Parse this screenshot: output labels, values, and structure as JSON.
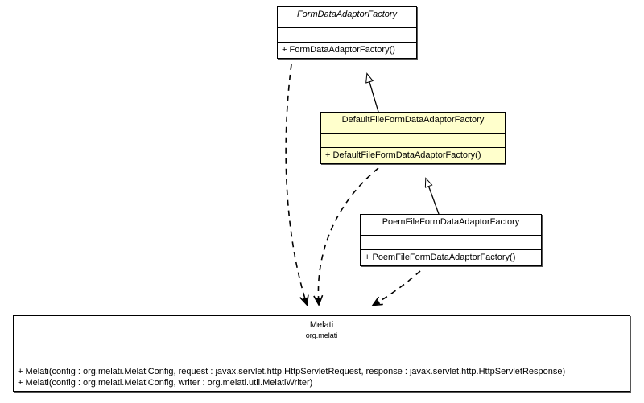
{
  "diagram": {
    "type": "uml-class-diagram",
    "colors": {
      "highlight_fill": "#ffffcc",
      "plain_fill": "#ffffff",
      "stroke": "#000000",
      "shadow": "#555555"
    },
    "classes": [
      {
        "id": "form-data-adaptor-factory",
        "name": "FormDataAdaptorFactory",
        "abstract": true,
        "highlighted": false,
        "package": "",
        "attributes": [],
        "operations": [
          "+ FormDataAdaptorFactory()"
        ]
      },
      {
        "id": "default-file-form-data-adaptor-factory",
        "name": "DefaultFileFormDataAdaptorFactory",
        "abstract": false,
        "highlighted": true,
        "package": "",
        "attributes": [],
        "operations": [
          "+ DefaultFileFormDataAdaptorFactory()"
        ]
      },
      {
        "id": "poem-file-form-data-adaptor-factory",
        "name": "PoemFileFormDataAdaptorFactory",
        "abstract": false,
        "highlighted": false,
        "package": "",
        "attributes": [],
        "operations": [
          "+ PoemFileFormDataAdaptorFactory()"
        ]
      },
      {
        "id": "melati",
        "name": "Melati",
        "abstract": false,
        "highlighted": false,
        "package": "org.melati",
        "attributes": [],
        "operations": [
          "+ Melati(config : org.melati.MelatiConfig, request : javax.servlet.http.HttpServletRequest, response : javax.servlet.http.HttpServletResponse)",
          "+ Melati(config : org.melati.MelatiConfig, writer : org.melati.util.MelatiWriter)"
        ]
      }
    ],
    "relationships": [
      {
        "id": "generalization-default-to-form",
        "kind": "generalization",
        "style": "solid-hollow-triangle",
        "from": "default-file-form-data-adaptor-factory",
        "to": "form-data-adaptor-factory"
      },
      {
        "id": "generalization-poem-to-default",
        "kind": "generalization",
        "style": "solid-hollow-triangle",
        "from": "poem-file-form-data-adaptor-factory",
        "to": "default-file-form-data-adaptor-factory"
      },
      {
        "id": "dependency-form-to-melati",
        "kind": "dependency",
        "style": "dashed-open-arrow",
        "from": "form-data-adaptor-factory",
        "to": "melati"
      },
      {
        "id": "dependency-default-to-melati",
        "kind": "dependency",
        "style": "dashed-open-arrow",
        "from": "default-file-form-data-adaptor-factory",
        "to": "melati"
      },
      {
        "id": "dependency-poem-to-melati",
        "kind": "dependency",
        "style": "dashed-open-arrow",
        "from": "poem-file-form-data-adaptor-factory",
        "to": "melati"
      }
    ]
  }
}
